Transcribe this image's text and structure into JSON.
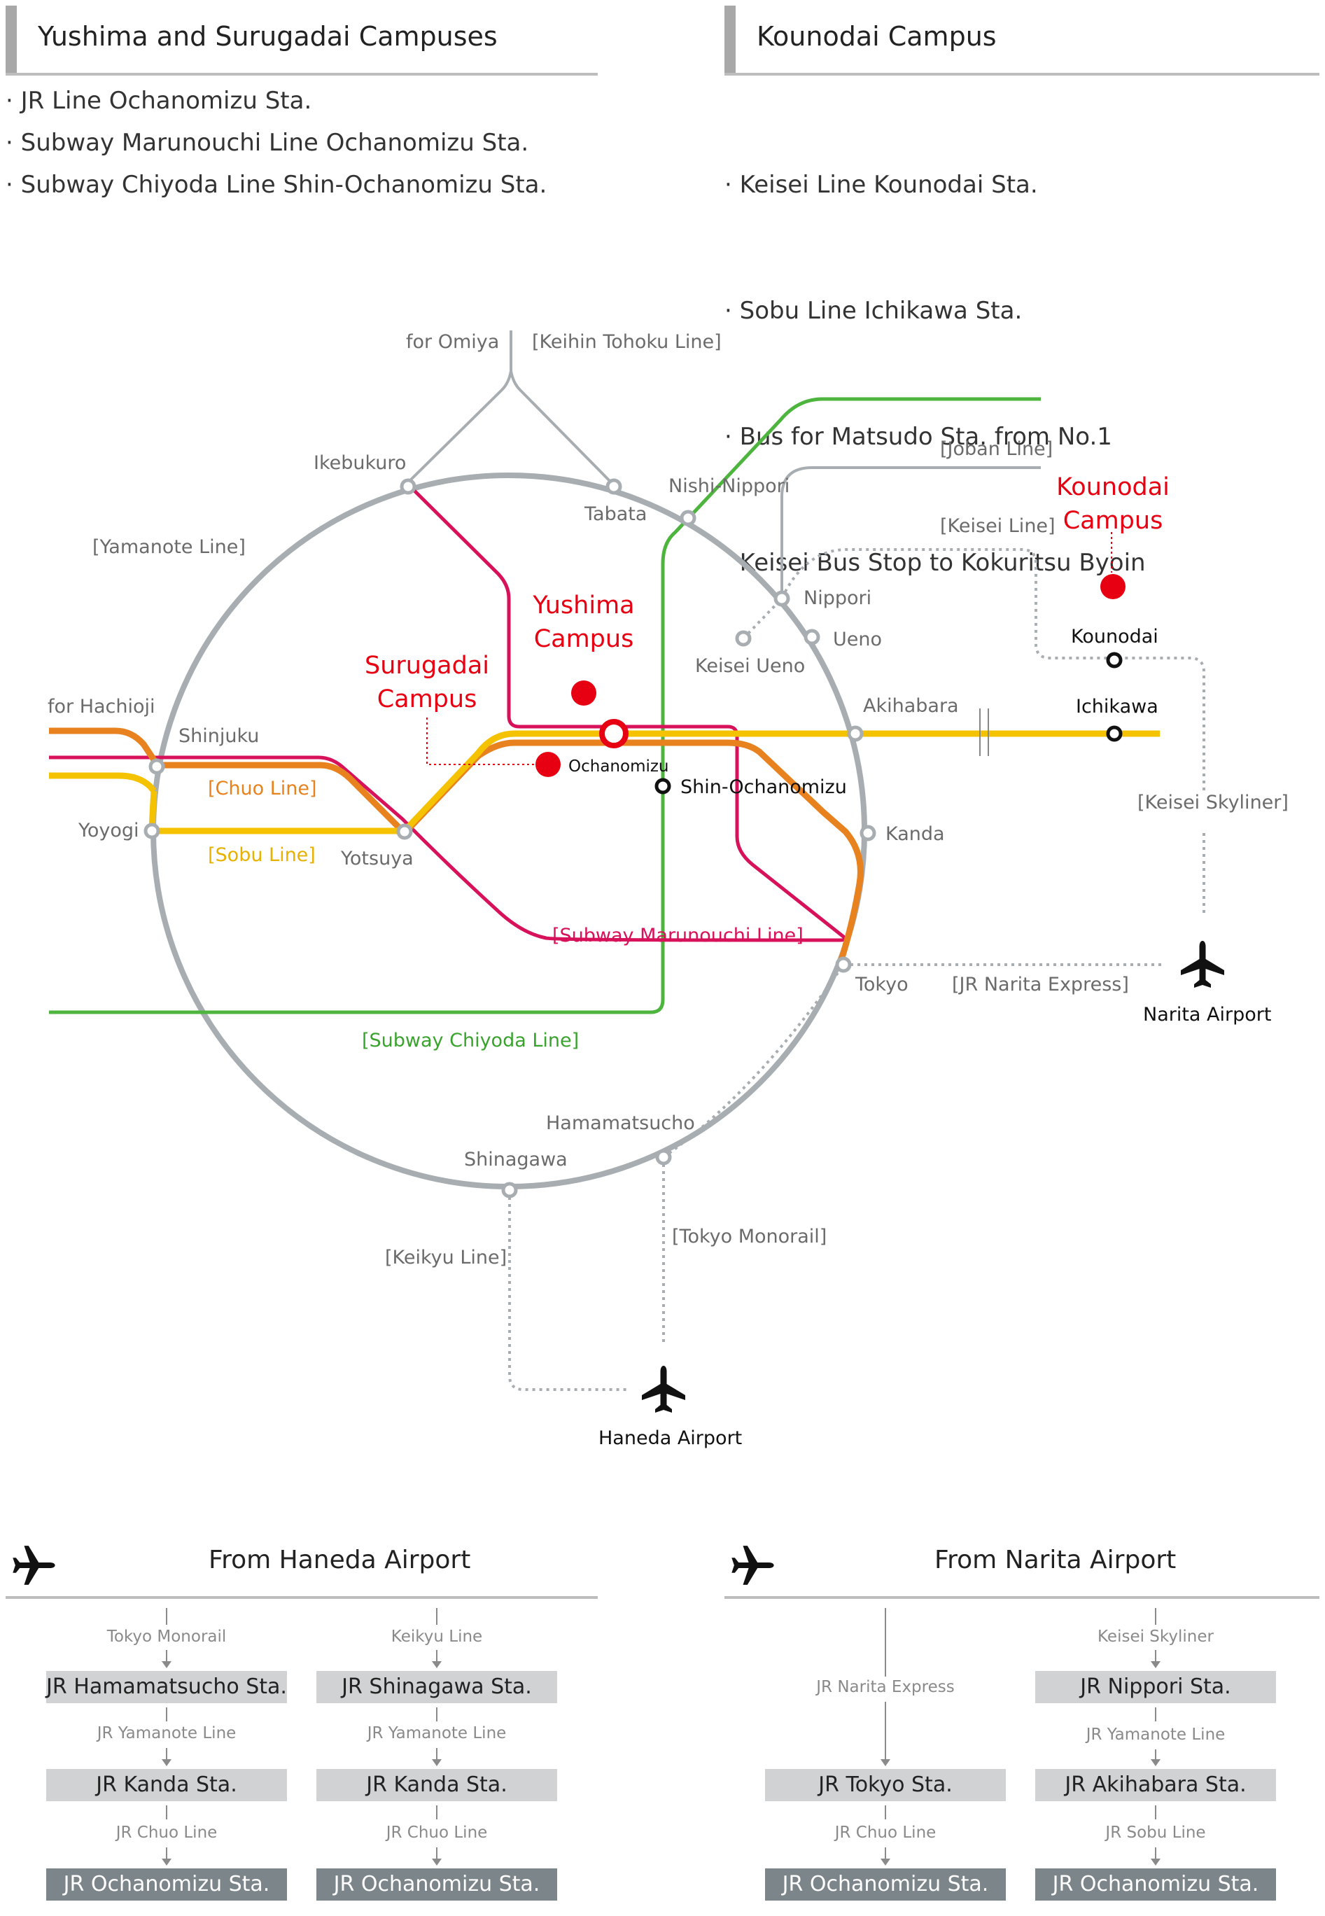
{
  "campuses": {
    "left": {
      "title": "Yushima and Surugadai Campuses",
      "items": [
        "· JR Line Ochanomizu Sta.",
        "· Subway Marunouchi Line Ochanomizu Sta.",
        "· Subway Chiyoda Line Shin-Ochanomizu Sta."
      ]
    },
    "right": {
      "title": "Kounodai Campus",
      "items": [
        "· Keisei Line Kounodai Sta.",
        "· Sobu Line Ichikawa Sta.",
        "· Bus for Matsudo Sta. from No.1",
        "  Keisei Bus Stop to Kokuritsu Byoin"
      ]
    }
  },
  "map": {
    "colors": {
      "yamanote": "#a7adb0",
      "chuo": "#e8821e",
      "sobu": "#f5c200",
      "marunouchi": "#d7115a",
      "chiyoda": "#4db53d",
      "campus": "#e60012"
    },
    "labels": {
      "for_omiya": "for Omiya",
      "keihin_tohoku": "[Keihin Tohoku Line]",
      "ikebukuro": "Ikebukuro",
      "tabata": "Tabata",
      "nishi_nippori": "Nishi-Nippori",
      "joban": "[Joban Line]",
      "kounodai_campus_1": "Kounodai",
      "kounodai_campus_2": "Campus",
      "keisei_line": "[Keisei Line]",
      "yamanote_line": "[Yamanote Line]",
      "nippori": "Nippori",
      "yushima_1": "Yushima",
      "yushima_2": "Campus",
      "ueno": "Ueno",
      "keisei_ueno": "Keisei Ueno",
      "kounodai": "Kounodai",
      "surugadai_1": "Surugadai",
      "surugadai_2": "Campus",
      "for_hachioji": "for Hachioji",
      "akihabara": "Akihabara",
      "ichikawa": "Ichikawa",
      "shinjuku": "Shinjuku",
      "ochanomizu": "Ochanomizu",
      "shin_ochanomizu": "Shin-Ochanomizu",
      "chuo_line": "[Chuo Line]",
      "keisei_skyliner": "[Keisei Skyliner]",
      "yoyogi": "Yoyogi",
      "kanda": "Kanda",
      "sobu_line": "[Sobu Line]",
      "yotsuya": "Yotsuya",
      "marunouchi_line": "[Subway Marunouchi Line]",
      "tokyo": "Tokyo",
      "jr_narita_express": "[JR Narita Express]",
      "narita_airport": "Narita Airport",
      "chiyoda_line": "[Subway Chiyoda Line]",
      "hamamatsucho": "Hamamatsucho",
      "shinagawa": "Shinagawa",
      "tokyo_monorail": "[Tokyo Monorail]",
      "keikyu_line": "[Keikyu Line]",
      "haneda_airport": "Haneda Airport"
    },
    "icons": {
      "airport": "airplane-icon"
    }
  },
  "routes": {
    "haneda": {
      "title": "From Haneda Airport",
      "columns": [
        {
          "steps": [
            "Tokyo Monorail",
            "JR Yamanote Line",
            "JR Chuo Line"
          ],
          "stations": [
            "JR Hamamatsucho Sta.",
            "JR Kanda Sta.",
            "JR Ochanomizu Sta."
          ]
        },
        {
          "steps": [
            "Keikyu Line",
            "JR Yamanote Line",
            "JR Chuo Line"
          ],
          "stations": [
            "JR Shinagawa Sta.",
            "JR Kanda Sta.",
            "JR Ochanomizu Sta."
          ]
        }
      ]
    },
    "narita": {
      "title": "From Narita Airport",
      "columns": [
        {
          "steps": [
            "JR Narita Express",
            "JR Chuo Line"
          ],
          "stations": [
            "JR Tokyo Sta.",
            "JR Ochanomizu Sta."
          ]
        },
        {
          "steps": [
            "Keisei Skyliner",
            "JR Yamanote Line",
            "JR Sobu Line"
          ],
          "stations": [
            "JR Nippori Sta.",
            "JR Akihabara Sta.",
            "JR Ochanomizu Sta."
          ]
        }
      ]
    }
  }
}
